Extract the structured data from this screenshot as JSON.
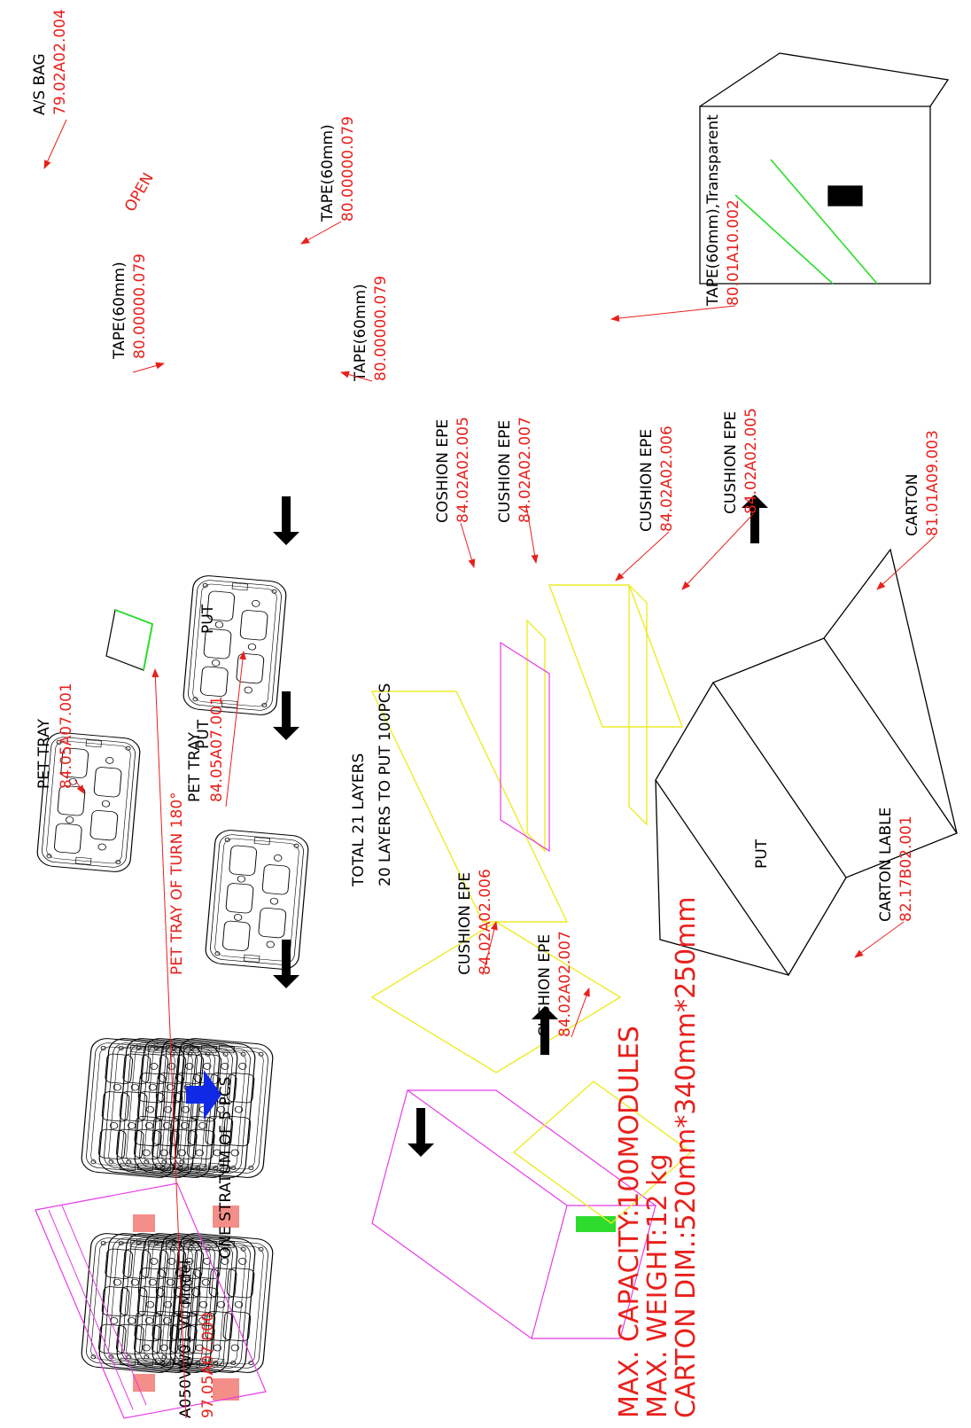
{
  "colors": {
    "red": "#e8201c",
    "black": "#000000",
    "blue": "#1029e6",
    "magenta": "#e83be8",
    "yellow": "#ecec2a",
    "green": "#2ddc2d",
    "tape": "#f0726a"
  },
  "labels": {
    "module_name": "A050VW01 V0 Model",
    "module_pn": "97.05A07.000",
    "put": "PUT",
    "pet_tray": "PET TRAY",
    "pet_tray_pn": "84.05A07.001",
    "turn": "PET TRAY OF TURN 180°",
    "stratum": "ONE STRATUM OF 5 PCS",
    "total_layers": "TOTAL 21 LAYERS",
    "layers_put": "20 LAYERS TO PUT 100PCS",
    "tape": "TAPE(60mm)",
    "tape_pn": "80.00000.079",
    "as_bag": "A/S BAG",
    "as_bag_pn": "79.02A02.004",
    "open": "OPEN",
    "tape_transparent": "TAPE(60mm),Transparent",
    "tape_transparent_pn": "80.01A10.002",
    "coshion_epe": "COSHION EPE",
    "cushion_epe": "CUSHION EPE",
    "epe_005": "84.02A02.005",
    "epe_006": "84.02A02.006",
    "epe_007": "84.02A02.007",
    "carton": "CARTON",
    "carton_pn": "81.01A09.003",
    "carton_lable": "CARTON LABLE",
    "carton_lable_pn": "82.17B02.001"
  },
  "specs": {
    "capacity": "MAX. CAPACITY:100MODULES",
    "weight": "MAX. WEIGHT:12 kg",
    "dimension": "CARTON DIM.:520mm*340mm*250mm"
  }
}
